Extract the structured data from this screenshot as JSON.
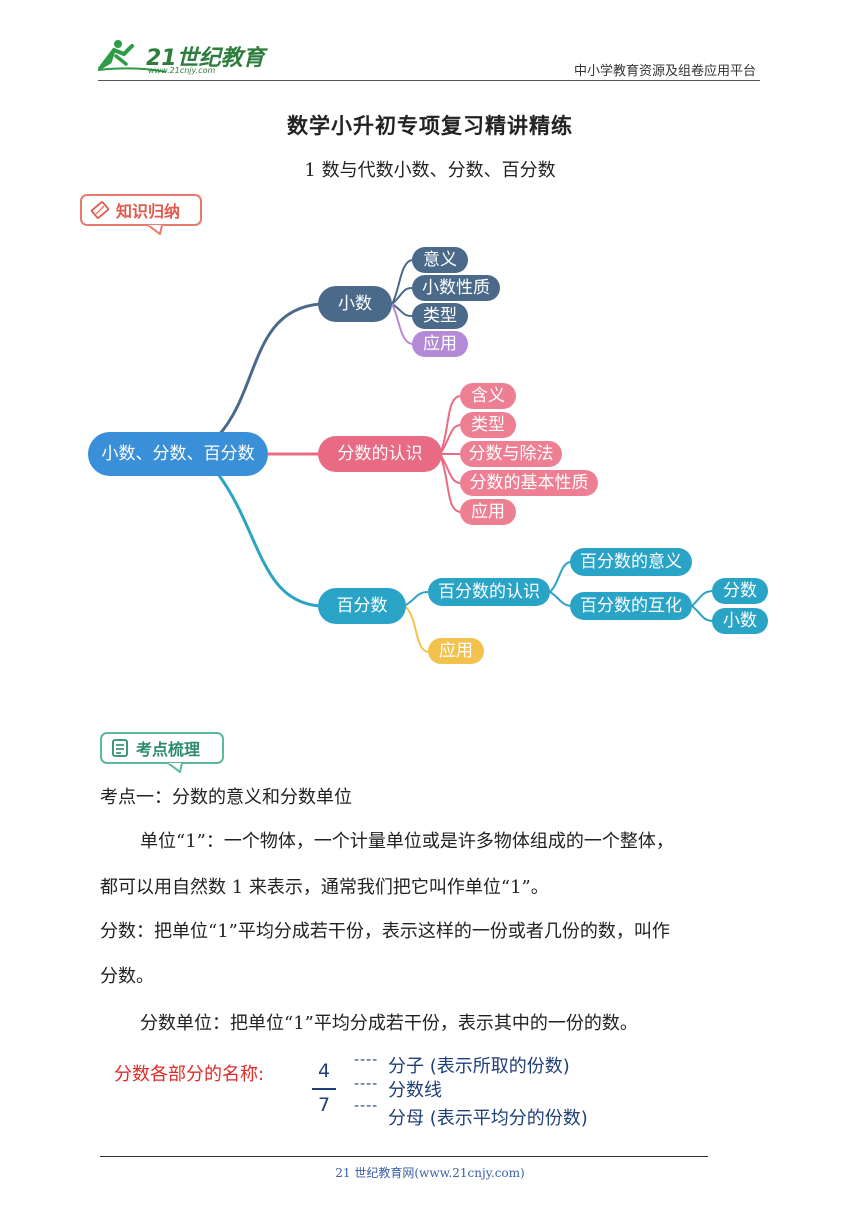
{
  "header": {
    "logo_text": "21世纪教育",
    "logo_url_text": "www.21cnjy.com",
    "right_text": "中小学教育资源及组卷应用平台"
  },
  "title": "数学小升初专项复习精讲精练",
  "subtitle": "1 数与代数小数、分数、百分数",
  "badge_knowledge": "知识归纳",
  "badge_points": "考点梳理",
  "mindmap": {
    "root": "小数、分数、百分数",
    "decimal": {
      "label": "小数",
      "children": [
        "意义",
        "小数性质",
        "类型",
        "应用"
      ]
    },
    "fraction": {
      "label": "分数的认识",
      "children": [
        "含义",
        "类型",
        "分数与除法",
        "分数的基本性质",
        "应用"
      ]
    },
    "percent": {
      "label": "百分数",
      "recognition": "百分数的认识",
      "meaning": "百分数的意义",
      "conversion": "百分数的互化",
      "conv_children": [
        "分数",
        "小数"
      ],
      "application": "应用"
    },
    "colors": {
      "root": "#3a8fd9",
      "decimal": "#4b6a8a",
      "decimal_app": "#b48ad6",
      "fraction": "#e86a83",
      "fraction_child": "#ee7f93",
      "percent": "#2aa4c6",
      "percent_app": "#f2c24c"
    }
  },
  "body": {
    "point1_title": "考点一：分数的意义和分数单位",
    "unit_line1": "单位“1”：一个物体，一个计量单位或是许多物体组成的一个整体，",
    "unit_line2": "都可以用自然数 1 来表示，通常我们把它叫作单位“1”。",
    "fraction_line1": "分数：把单位“1”平均分成若干份，表示这样的一份或者几份的数，叫作",
    "fraction_line2": "分数。",
    "fraction_unit": "分数单位：把单位“1”平均分成若干份，表示其中的一份的数。"
  },
  "fraction_parts": {
    "label": "分数各部分的名称:",
    "numerator": "4",
    "denominator": "7",
    "dash": "----",
    "numerator_desc": "分子 (表示所取的份数)",
    "line_desc": "分数线",
    "denominator_desc": "分母 (表示平均分的份数)"
  },
  "footer": "21 世纪教育网(www.21cnjy.com)"
}
